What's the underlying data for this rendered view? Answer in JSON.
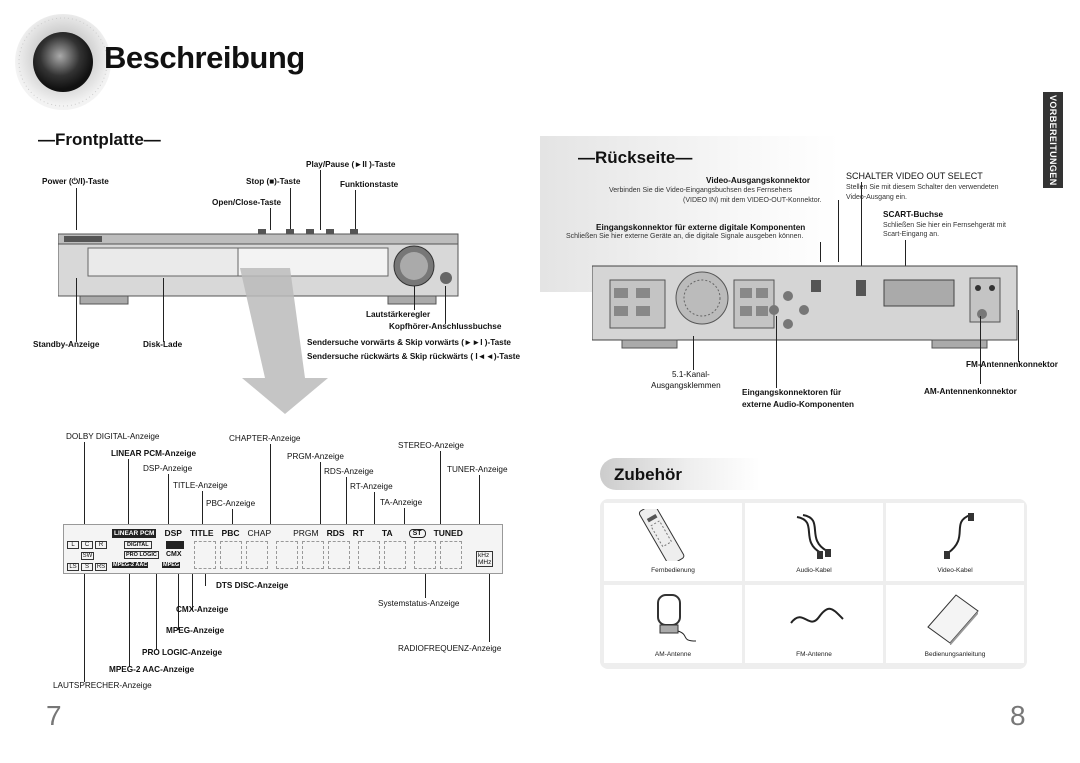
{
  "title": "Beschreibung",
  "front": {
    "heading": "—Frontplatte—",
    "labels": {
      "power": "Power (⏻/I)-Taste",
      "stop": "Stop (■)-Taste",
      "play": "Play/Pause (►II )-Taste",
      "funktion": "Funktionstaste",
      "open": "Open/Close-Taste",
      "standby": "Standby-Anzeige",
      "disk": "Disk-Lade",
      "laut": "Lautstärkeregler",
      "kopf": "Kopfhörer-Anschlussbuchse",
      "vor": "Sendersuche vorwärts & Skip vorwärts (►►I )-Taste",
      "rueck": "Sendersuche rückwärts & Skip rückwärts ( I◄◄)-Taste"
    }
  },
  "display_labels": {
    "dolby": "DOLBY DIGITAL-Anzeige",
    "linear": "LINEAR PCM-Anzeige",
    "dsp": "DSP-Anzeige",
    "titlea": "TITLE-Anzeige",
    "pbc": "PBC-Anzeige",
    "chapter": "CHAPTER-Anzeige",
    "prgm": "PRGM-Anzeige",
    "rds": "RDS-Anzeige",
    "rt": "RT-Anzeige",
    "ta": "TA-Anzeige",
    "stereo": "STEREO-Anzeige",
    "tuner": "TUNER-Anzeige",
    "dts": "DTS DISC-Anzeige",
    "cmx": "CMX-Anzeige",
    "mpeg": "MPEG-Anzeige",
    "prologic": "PRO LOGIC-Anzeige",
    "mpeg2": "MPEG-2 AAC-Anzeige",
    "lautsprecher": "LAUTSPRECHER-Anzeige",
    "system": "Systemstatus-Anzeige",
    "radiofreq": "RADIOFREQUENZ-Anzeige"
  },
  "display_panel": {
    "top": [
      "LINEAR PCM",
      "DSP",
      "TITLE",
      "PBC",
      "CHAP",
      "PRGM",
      "RDS",
      "RT",
      "TA",
      "ST",
      "TUNED"
    ],
    "left": [
      "L",
      "C",
      "R",
      "SW",
      "LS",
      "S",
      "RS"
    ],
    "mid": [
      "DIGITAL",
      "PRO LOGIC",
      "CMX",
      "MPEG-2 AAC",
      "MPEG"
    ],
    "units": [
      "kHz",
      "MHz"
    ]
  },
  "rear": {
    "heading": "—Rückseite—",
    "video_out_title": "Video-Ausgangskonnektor",
    "video_out_desc1": "Verbinden Sie die Video-Eingangsbuchsen des Fernsehers",
    "video_out_desc2": "(VIDEO IN) mit dem VIDEO-OUT-Konnektor.",
    "digital_title": "Eingangskonnektor für externe digitale Komponenten",
    "digital_desc": "Schließen Sie hier externe Geräte an, die digitale Signale ausgeben können.",
    "schalter_title": "SCHALTER VIDEO OUT SELECT",
    "schalter_desc1": "Stellen Sie mit diesem Schalter den verwendeten",
    "schalter_desc2": "Video-Ausgang ein.",
    "scart_title": "SCART-Buchse",
    "scart_desc1": "Schließen Sie hier ein Fernsehgerät mit",
    "scart_desc2": "Scart-Eingang an.",
    "kanal1": "5.1-Kanal-",
    "kanal2": "Ausgangsklemmen",
    "audio1": "Eingangskonnektoren für",
    "audio2": "externe Audio-Komponenten",
    "fm": "FM-Antennenkonnektor",
    "am": "AM-Antennenkonnektor"
  },
  "side_tab": "VORBEREITUNGEN",
  "accessories": {
    "heading": "Zubehör",
    "items": [
      "Fernbedienung",
      "Audio-Kabel",
      "Video-Kabel",
      "AM-Antenne",
      "FM-Antenne",
      "Bedienungsanleitung"
    ]
  },
  "pages": {
    "left": "7",
    "right": "8"
  }
}
